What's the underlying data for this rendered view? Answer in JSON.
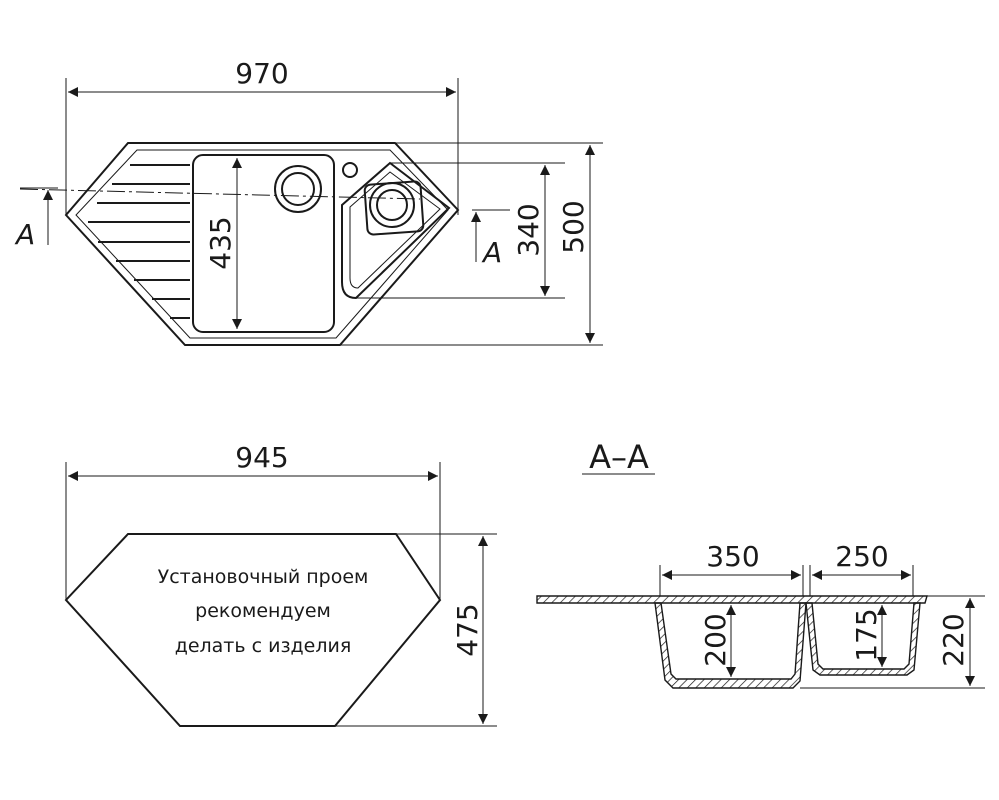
{
  "top_view": {
    "dim_width": "970",
    "dim_depth_total": "500",
    "dim_bowl_small": "340",
    "dim_bowl_large": "435",
    "section_mark_left": "A",
    "section_mark_right": "A"
  },
  "cutout_view": {
    "dim_width": "945",
    "dim_depth": "475",
    "note_lines": [
      "Установочный проем",
      "рекомендуем",
      "делать с изделия"
    ]
  },
  "section_view": {
    "title": "А–А",
    "dim_large_bowl_width": "350",
    "dim_small_bowl_width": "250",
    "dim_large_bowl_depth": "200",
    "dim_small_bowl_depth": "175",
    "dim_total_depth": "220"
  }
}
